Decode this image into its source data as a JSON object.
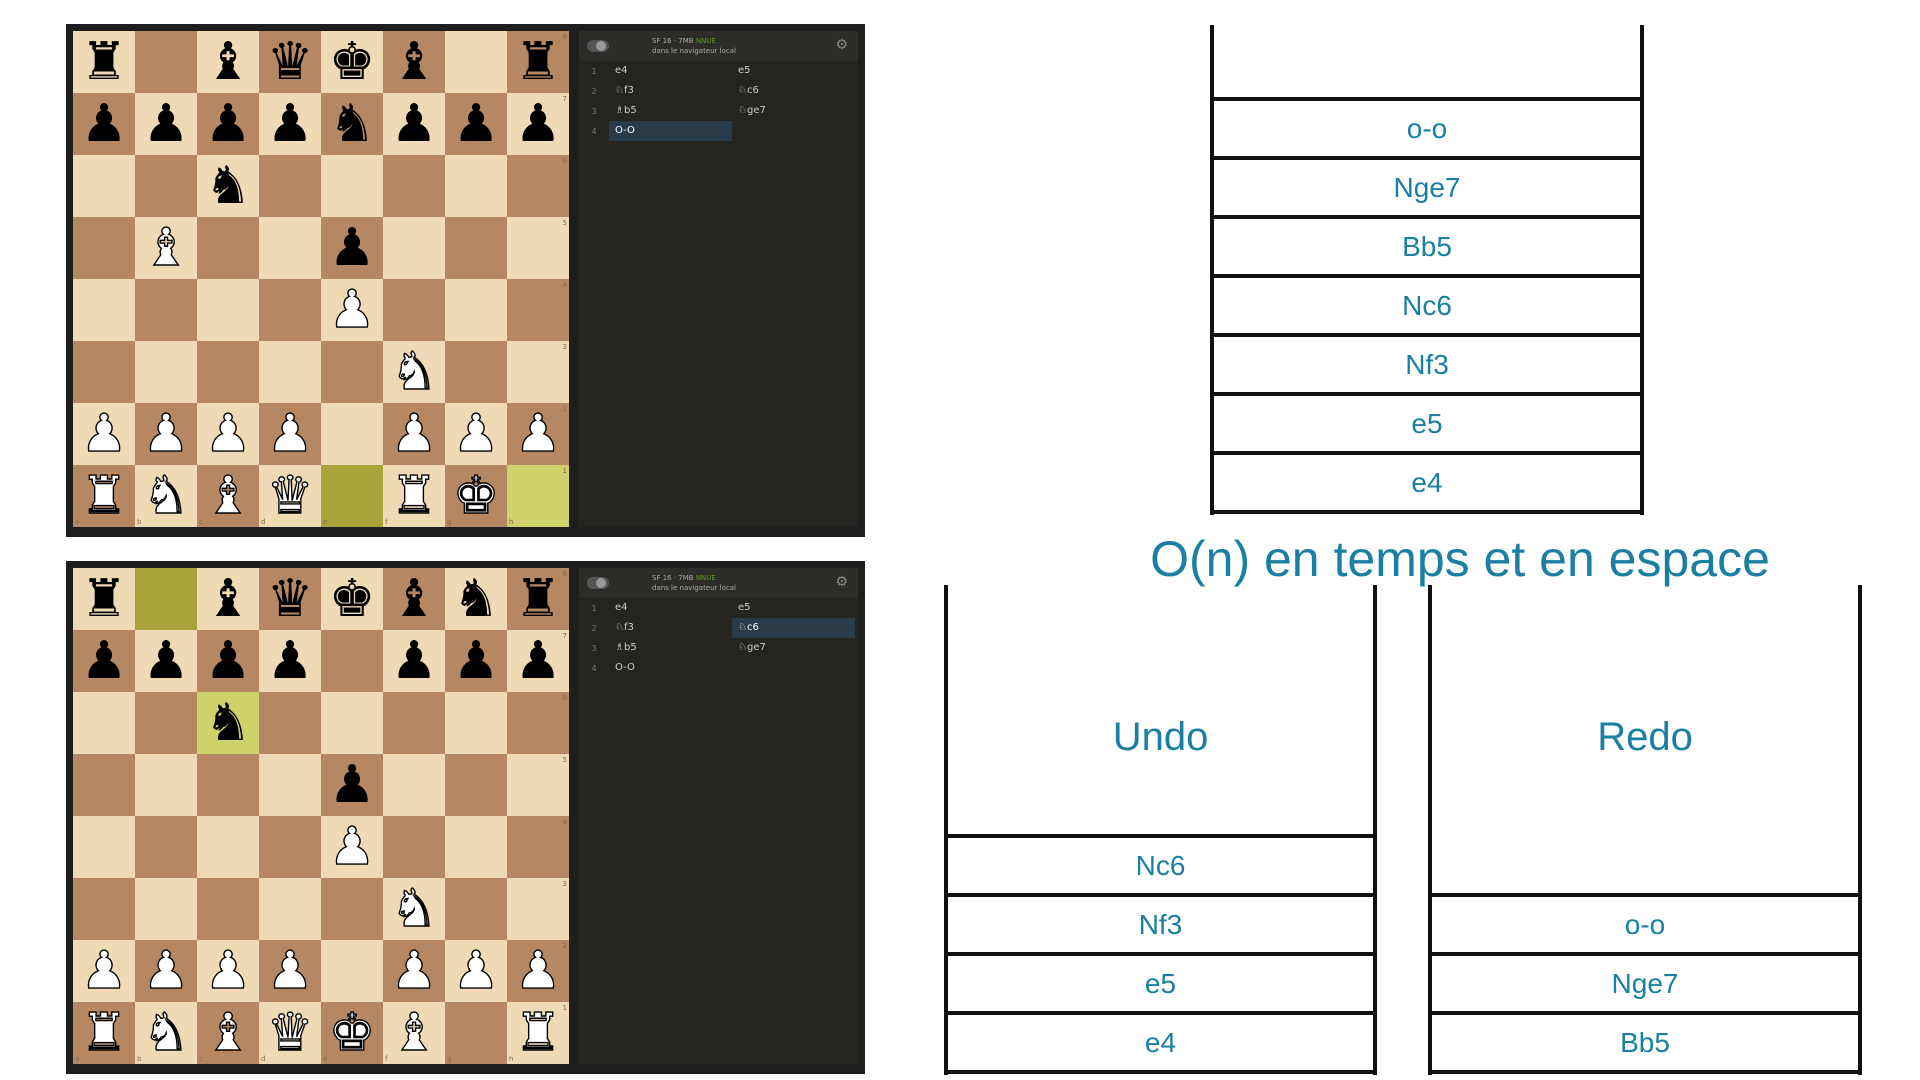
{
  "boards": [
    {
      "id": "top",
      "position": [
        [
          "r",
          "",
          "b",
          "q",
          "k",
          "b",
          "",
          "r"
        ],
        [
          "p",
          "p",
          "p",
          "p",
          "n",
          "p",
          "p",
          "p"
        ],
        [
          "",
          "",
          "n",
          "",
          "",
          "",
          "",
          ""
        ],
        [
          "",
          "B",
          "",
          "",
          "p",
          "",
          "",
          ""
        ],
        [
          "",
          "",
          "",
          "",
          "P",
          "",
          "",
          ""
        ],
        [
          "",
          "",
          "",
          "",
          "",
          "N",
          "",
          ""
        ],
        [
          "P",
          "P",
          "P",
          "P",
          "",
          "P",
          "P",
          "P"
        ],
        [
          "R",
          "N",
          "B",
          "Q",
          "",
          "R",
          "K",
          ""
        ]
      ],
      "highlights": [
        [
          7,
          4
        ],
        [
          7,
          7
        ]
      ],
      "engine": {
        "name": "SF 16 · 7MB",
        "badge": "NNUE",
        "subtitle": "dans le navigateur local"
      },
      "moves": [
        {
          "num": "1",
          "white": "e4",
          "black": "e5"
        },
        {
          "num": "2",
          "white": "♘f3",
          "black": "♘c6"
        },
        {
          "num": "3",
          "white": "♗b5",
          "black": "♘ge7"
        },
        {
          "num": "4",
          "white": "O-O",
          "black": ""
        }
      ],
      "active": "4w"
    },
    {
      "id": "bottom",
      "position": [
        [
          "r",
          "",
          "b",
          "q",
          "k",
          "b",
          "n",
          "r"
        ],
        [
          "p",
          "p",
          "p",
          "p",
          "",
          "p",
          "p",
          "p"
        ],
        [
          "",
          "",
          "n",
          "",
          "",
          "",
          "",
          ""
        ],
        [
          "",
          "",
          "",
          "",
          "p",
          "",
          "",
          ""
        ],
        [
          "",
          "",
          "",
          "",
          "P",
          "",
          "",
          ""
        ],
        [
          "",
          "",
          "",
          "",
          "",
          "N",
          "",
          ""
        ],
        [
          "P",
          "P",
          "P",
          "P",
          "",
          "P",
          "P",
          "P"
        ],
        [
          "R",
          "N",
          "B",
          "Q",
          "K",
          "B",
          "",
          "R"
        ]
      ],
      "highlights": [
        [
          0,
          1
        ],
        [
          2,
          2
        ]
      ],
      "engine": {
        "name": "SF 16 · 7MB",
        "badge": "NNUE",
        "subtitle": "dans le navigateur local"
      },
      "moves": [
        {
          "num": "1",
          "white": "e4",
          "black": "e5"
        },
        {
          "num": "2",
          "white": "♘f3",
          "black": "♘c6"
        },
        {
          "num": "3",
          "white": "♗b5",
          "black": "♘ge7"
        },
        {
          "num": "4",
          "white": "O-O",
          "black": ""
        }
      ],
      "active": "2b"
    }
  ],
  "top_stack": {
    "items": [
      "o-o",
      "Nge7",
      "Bb5",
      "Nc6",
      "Nf3",
      "e5",
      "e4"
    ]
  },
  "headline": "O(n) en temps et en espace",
  "undo": {
    "label": "Undo",
    "items": [
      "Nc6",
      "Nf3",
      "e5",
      "e4"
    ]
  },
  "redo": {
    "label": "Redo",
    "items": [
      "o-o",
      "Nge7",
      "Bb5"
    ]
  },
  "colors": {
    "accent": "#1a7fa2",
    "light_square": "#f0d9b5",
    "dark_square": "#b58863",
    "highlight": "#cdd26a"
  }
}
